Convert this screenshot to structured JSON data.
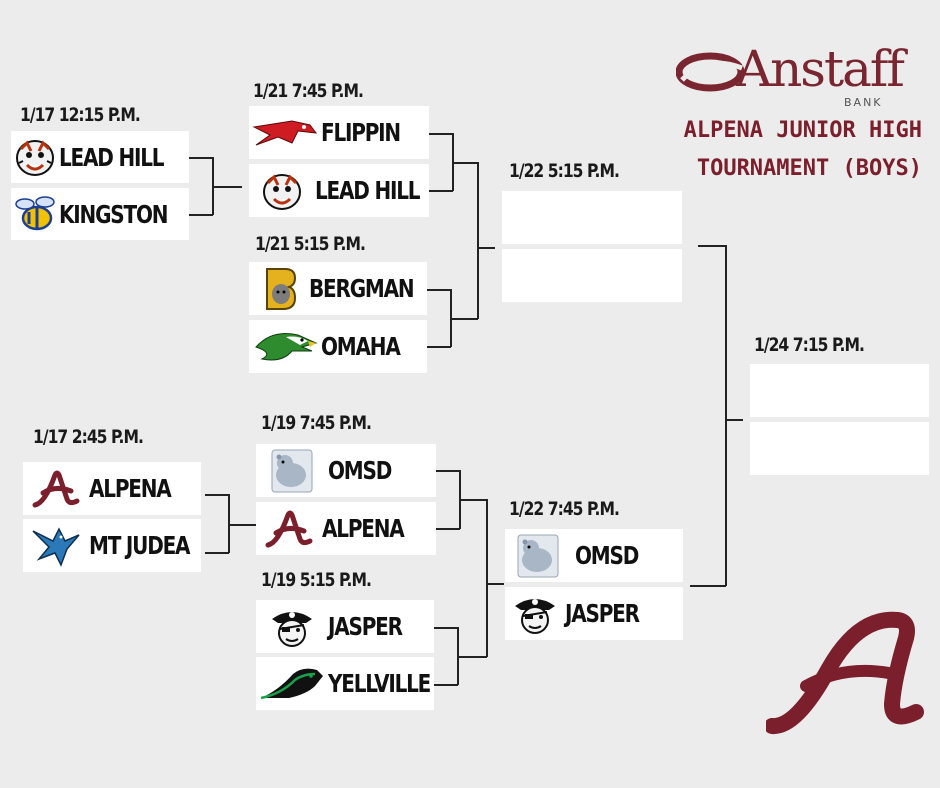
{
  "sponsor": {
    "name": "Anstaff",
    "sub": "BANK"
  },
  "tournament": {
    "line1": "ALPENA JUNIOR HIGH",
    "line2": "TOURNAMENT (BOYS)"
  },
  "colors": {
    "maroon": "#7a1f2b",
    "background": "#ececec",
    "slot": "#ffffff"
  },
  "games": {
    "g1": {
      "time": "1/17 12:15 P.M.",
      "top": "LEAD HILL",
      "bottom": "KINGSTON"
    },
    "g2": {
      "time": "1/21 7:45 P.M.",
      "top": "FLIPPIN",
      "bottom": "LEAD HILL"
    },
    "g3": {
      "time": "1/21 5:15 P.M.",
      "top": "BERGMAN",
      "bottom": "OMAHA"
    },
    "g4": {
      "time": "1/22 5:15 P.M.",
      "top": "",
      "bottom": ""
    },
    "g5": {
      "time": "1/17 2:45 P.M.",
      "top": "ALPENA",
      "bottom": "MT JUDEA"
    },
    "g6": {
      "time": "1/19 7:45 P.M.",
      "top": "OMSD",
      "bottom": "ALPENA"
    },
    "g7": {
      "time": "1/19 5:15 P.M.",
      "top": "JASPER",
      "bottom": "YELLVILLE"
    },
    "g8": {
      "time": "1/22 7:45 P.M.",
      "top": "OMSD",
      "bottom": "JASPER"
    },
    "final": {
      "time": "1/24 7:15 P.M.",
      "top": "",
      "bottom": ""
    }
  },
  "icons": {
    "lead_hill": "tiger-icon",
    "kingston": "yellowjacket-icon",
    "flippin": "cardinal-icon",
    "bergman": "panther-b-icon",
    "omaha": "eagle-icon",
    "alpena": "alpena-a-icon",
    "mt_judea": "hawk-icon",
    "omsd": "bear-icon",
    "jasper": "pirate-icon",
    "yellville": "panther-icon"
  }
}
